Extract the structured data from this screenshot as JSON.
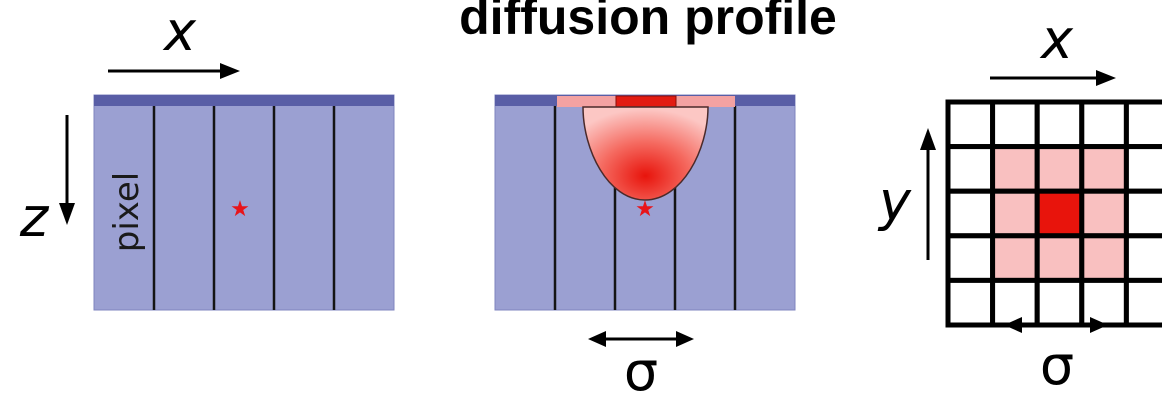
{
  "title": "diffusion profile",
  "colors": {
    "silicon": "#9ba0d2",
    "silicon_edge": "#7f85bf",
    "surface_layer": "#595ea6",
    "pixel_divider": "#141414",
    "charge_center": "#e8140c",
    "charge_edge": "#fcc7c4",
    "hit_star": "#e8141a",
    "implant": "#f3a2a2",
    "implant_core": "#e21b12",
    "grid_line": "#000000",
    "cell_center": "#e8140c",
    "cell_inner": "#f9c0c0",
    "cell_empty": "#ffffff"
  },
  "panels": {
    "left": {
      "x_label": "x",
      "z_label": "z",
      "pixel_label": "pixel",
      "pixel_count": 5
    },
    "middle": {
      "pixel_count": 5,
      "sigma_label": "σ"
    },
    "right": {
      "x_label": "x",
      "y_label": "y",
      "sigma_label": "σ",
      "grid_size": 5,
      "cells": [
        [
          0,
          0,
          0,
          0,
          0
        ],
        [
          0,
          1,
          1,
          1,
          0
        ],
        [
          0,
          1,
          2,
          1,
          0
        ],
        [
          0,
          1,
          1,
          1,
          0
        ],
        [
          0,
          0,
          0,
          0,
          0
        ]
      ]
    }
  },
  "icons": {
    "hit": "star-icon",
    "arrow": "arrow-icon"
  }
}
